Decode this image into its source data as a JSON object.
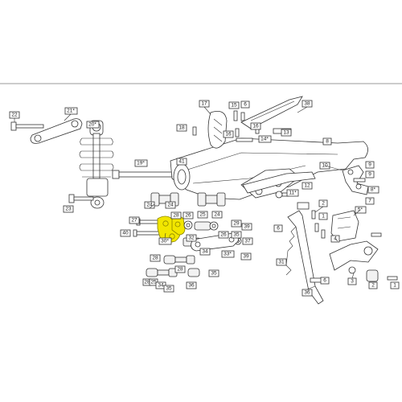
{
  "diagram": {
    "highlight_color": "#f2e600",
    "line_color": "#333333",
    "labels": [
      {
        "text": "22"
      },
      {
        "text": "21*"
      },
      {
        "text": "20*"
      },
      {
        "text": "19*"
      },
      {
        "text": "41"
      },
      {
        "text": "23"
      },
      {
        "text": "17"
      },
      {
        "text": "15"
      },
      {
        "text": "6"
      },
      {
        "text": "38"
      },
      {
        "text": "18"
      },
      {
        "text": "16"
      },
      {
        "text": "16"
      },
      {
        "text": "13"
      },
      {
        "text": "14*"
      },
      {
        "text": "12"
      },
      {
        "text": "8"
      },
      {
        "text": "10"
      },
      {
        "text": "9"
      },
      {
        "text": "9"
      },
      {
        "text": "7"
      },
      {
        "text": "8*"
      },
      {
        "text": "11*"
      },
      {
        "text": "2"
      },
      {
        "text": "1"
      },
      {
        "text": "24"
      },
      {
        "text": "24"
      },
      {
        "text": "25"
      },
      {
        "text": "24"
      },
      {
        "text": "27"
      },
      {
        "text": "28"
      },
      {
        "text": "26"
      },
      {
        "text": "26"
      },
      {
        "text": "29"
      },
      {
        "text": "39"
      },
      {
        "text": "40"
      },
      {
        "text": "30*"
      },
      {
        "text": "32"
      },
      {
        "text": "35"
      },
      {
        "text": "37"
      },
      {
        "text": "28"
      },
      {
        "text": "34"
      },
      {
        "text": "33*"
      },
      {
        "text": "39"
      },
      {
        "text": "28"
      },
      {
        "text": "35"
      },
      {
        "text": "28"
      },
      {
        "text": "36"
      },
      {
        "text": "25"
      },
      {
        "text": "34"
      },
      {
        "text": "35"
      },
      {
        "text": "6"
      },
      {
        "text": "4"
      },
      {
        "text": "5*"
      },
      {
        "text": "31"
      },
      {
        "text": "6"
      },
      {
        "text": "36"
      },
      {
        "text": "3"
      },
      {
        "text": "2"
      },
      {
        "text": "1"
      }
    ]
  }
}
